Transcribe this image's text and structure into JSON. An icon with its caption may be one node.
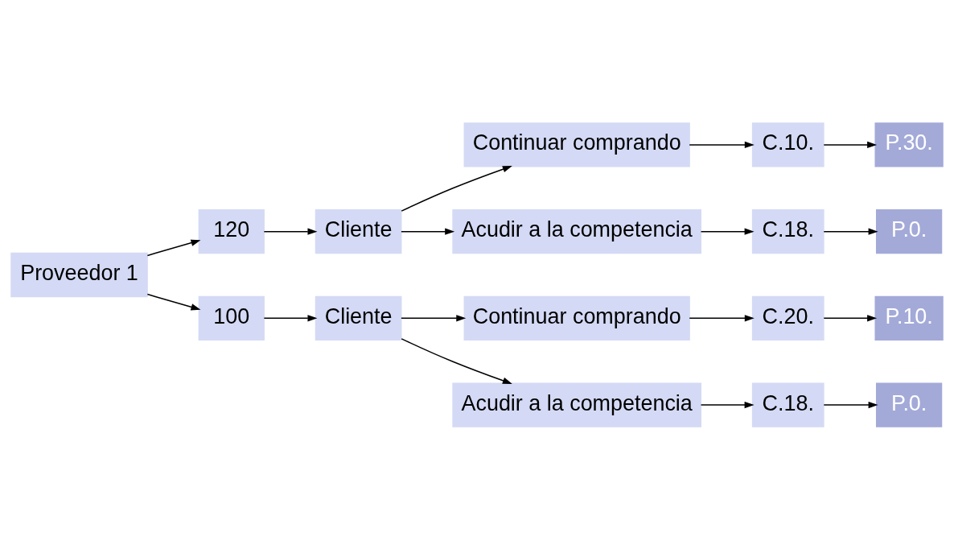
{
  "diagram": {
    "nodes": [
      {
        "text": [
          "Proveedor 1"
        ]
      },
      {
        "text": [
          "120"
        ]
      },
      {
        "text": [
          "Cliente"
        ]
      },
      {
        "text": [
          "Continuar comprando"
        ]
      },
      {
        "text": [
          "C.10."
        ]
      },
      {
        "text": [
          "P.30."
        ]
      },
      {
        "text": [
          "Acudir a la competencia"
        ]
      },
      {
        "text": [
          "C.18."
        ]
      },
      {
        "text": [
          "P.0."
        ]
      },
      {
        "text": [
          "100"
        ]
      },
      {
        "text": [
          "Cliente"
        ]
      },
      {
        "text": [
          "Continuar comprando"
        ]
      },
      {
        "text": [
          "C.20."
        ]
      },
      {
        "text": [
          "P.10."
        ]
      },
      {
        "text": [
          "Acudir a la competencia"
        ]
      },
      {
        "text": [
          "C.18."
        ]
      },
      {
        "text": [
          "P.0."
        ]
      }
    ],
    "edges": [
      {
        "from": 0,
        "to": 1,
        "arrow": "to"
      },
      {
        "from": 1,
        "to": 2,
        "arrow": "to"
      },
      {
        "from": 2,
        "to": 3,
        "arrow": "to"
      },
      {
        "from": 3,
        "to": 4,
        "arrow": "to"
      },
      {
        "from": 4,
        "to": 5,
        "arrow": "to"
      },
      {
        "from": 2,
        "to": 6,
        "arrow": "to"
      },
      {
        "from": 6,
        "to": 7,
        "arrow": "to"
      },
      {
        "from": 7,
        "to": 8,
        "arrow": "to"
      },
      {
        "from": 0,
        "to": 9,
        "arrow": "to"
      },
      {
        "from": 9,
        "to": 10,
        "arrow": "to"
      },
      {
        "from": 10,
        "to": 11,
        "arrow": "to"
      },
      {
        "from": 11,
        "to": 12,
        "arrow": "to"
      },
      {
        "from": 12,
        "to": 13,
        "arrow": "to"
      },
      {
        "from": 10,
        "to": 14,
        "arrow": "to"
      },
      {
        "from": 14,
        "to": 15,
        "arrow": "to"
      },
      {
        "from": 15,
        "to": 16,
        "arrow": "to"
      }
    ]
  }
}
